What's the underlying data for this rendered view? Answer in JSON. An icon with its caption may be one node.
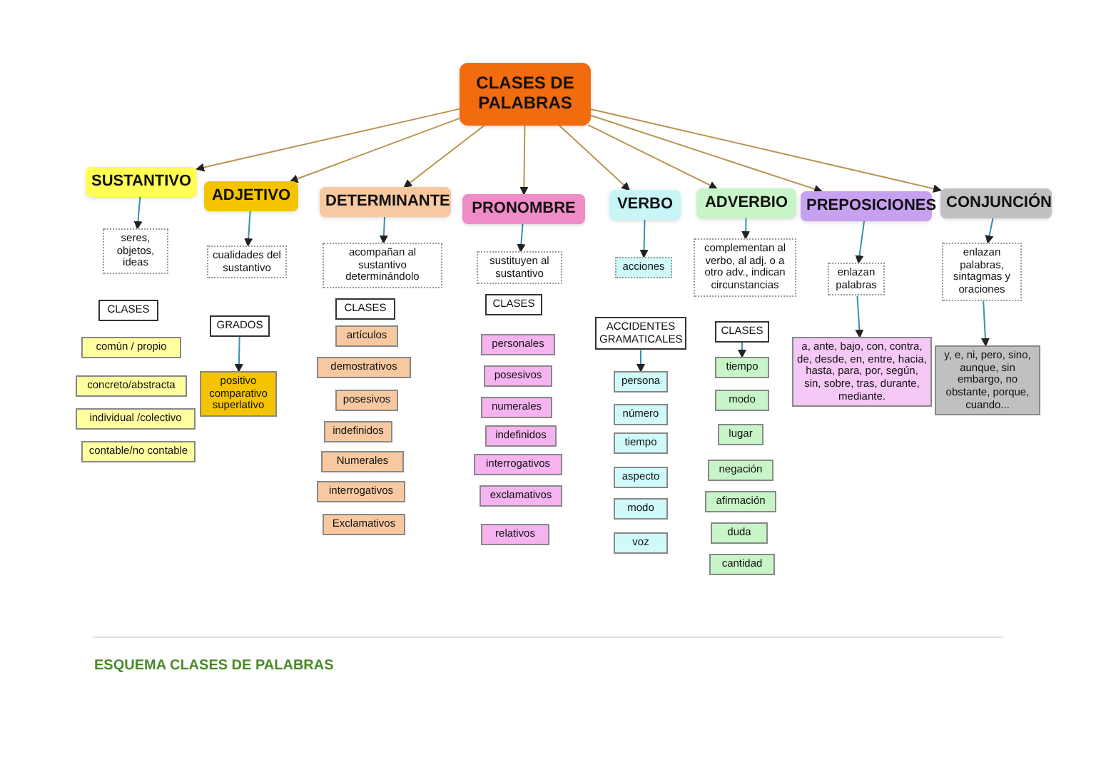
{
  "diagram": {
    "caption": "ESQUEMA CLASES DE PALABRAS",
    "nodes": [
      {
        "text": [
          "CLASES DE PALABRAS"
        ]
      },
      {
        "text": [
          "SUSTANTIVO"
        ]
      },
      {
        "text": [
          "ADJETIVO"
        ]
      },
      {
        "text": [
          "DETERMINANTE"
        ]
      },
      {
        "text": [
          "PRONOMBRE"
        ]
      },
      {
        "text": [
          "VERBO"
        ]
      },
      {
        "text": [
          "ADVERBIO"
        ]
      },
      {
        "text": [
          "PREPOSICIONES"
        ]
      },
      {
        "text": [
          "CONJUNCIÓN"
        ]
      },
      {
        "text": [
          "seres, objetos, ideas"
        ]
      },
      {
        "text": [
          "CLASES"
        ]
      },
      {
        "text": [
          "común / propio"
        ]
      },
      {
        "text": [
          "concreto/abstracta"
        ]
      },
      {
        "text": [
          "individual /colectivo"
        ]
      },
      {
        "text": [
          "contable/no contable"
        ]
      },
      {
        "text": [
          "cualidades del sustantivo"
        ]
      },
      {
        "text": [
          "GRADOS"
        ]
      },
      {
        "text": [
          "positivo comparativo superlativo"
        ]
      },
      {
        "text": [
          "acompañan al sustantivo determinándolo"
        ]
      },
      {
        "text": [
          "CLASES"
        ]
      },
      {
        "text": [
          "artículos"
        ]
      },
      {
        "text": [
          "demostrativos"
        ]
      },
      {
        "text": [
          "posesivos"
        ]
      },
      {
        "text": [
          "indefinidos"
        ]
      },
      {
        "text": [
          "Numerales"
        ]
      },
      {
        "text": [
          "interrogativos"
        ]
      },
      {
        "text": [
          "Exclamativos"
        ]
      },
      {
        "text": [
          "sustituyen al sustantivo"
        ]
      },
      {
        "text": [
          "CLASES"
        ]
      },
      {
        "text": [
          "personales"
        ]
      },
      {
        "text": [
          "posesivos"
        ]
      },
      {
        "text": [
          "numerales"
        ]
      },
      {
        "text": [
          "indefinidos"
        ]
      },
      {
        "text": [
          "interrogativos"
        ]
      },
      {
        "text": [
          "exclamativos"
        ]
      },
      {
        "text": [
          "relativos"
        ]
      },
      {
        "text": [
          "acciones"
        ]
      },
      {
        "text": [
          "ACCIDENTES GRAMATICALES"
        ]
      },
      {
        "text": [
          "persona"
        ]
      },
      {
        "text": [
          "número"
        ]
      },
      {
        "text": [
          "tiempo"
        ]
      },
      {
        "text": [
          "aspecto"
        ]
      },
      {
        "text": [
          "modo"
        ]
      },
      {
        "text": [
          "voz"
        ]
      },
      {
        "text": [
          "complementan al verbo, al adj. o a otro adv., indican circunstancias"
        ]
      },
      {
        "text": [
          "CLASES"
        ]
      },
      {
        "text": [
          "tiempo"
        ]
      },
      {
        "text": [
          "modo"
        ]
      },
      {
        "text": [
          "lugar"
        ]
      },
      {
        "text": [
          "negación"
        ]
      },
      {
        "text": [
          "afirmación"
        ]
      },
      {
        "text": [
          "duda"
        ]
      },
      {
        "text": [
          "cantidad"
        ]
      },
      {
        "text": [
          "enlazan palabras"
        ]
      },
      {
        "text": [
          "a, ante, bajo, con, contra, de, desde, en, entre, hacia, hasta, para, por, según, sin, sobre, tras, durante, mediante."
        ]
      },
      {
        "text": [
          "enlazan palabras, sintagmas y oraciones"
        ]
      },
      {
        "text": [
          "y, e, ni, pero, sino, aunque, sin embargo, no obstante, porque, cuando..."
        ]
      }
    ],
    "edges": [
      {
        "from": 0,
        "to": 1,
        "arrow": "to",
        "color": "#b89550"
      },
      {
        "from": 0,
        "to": 2,
        "arrow": "to",
        "color": "#b89550"
      },
      {
        "from": 0,
        "to": 3,
        "arrow": "to",
        "color": "#b89550"
      },
      {
        "from": 0,
        "to": 4,
        "arrow": "to",
        "color": "#b89550"
      },
      {
        "from": 0,
        "to": 5,
        "arrow": "to",
        "color": "#b89550"
      },
      {
        "from": 0,
        "to": 6,
        "arrow": "to",
        "color": "#b89550"
      },
      {
        "from": 0,
        "to": 7,
        "arrow": "to",
        "color": "#b89550"
      },
      {
        "from": 0,
        "to": 8,
        "arrow": "to",
        "color": "#b89550"
      },
      {
        "from": 1,
        "to": 9,
        "arrow": "to"
      },
      {
        "from": 2,
        "to": 15,
        "arrow": "to"
      },
      {
        "from": 3,
        "to": 18,
        "arrow": "to"
      },
      {
        "from": 4,
        "to": 27,
        "arrow": "to"
      },
      {
        "from": 5,
        "to": 36,
        "arrow": "to"
      },
      {
        "from": 6,
        "to": 44,
        "arrow": "to"
      },
      {
        "from": 7,
        "to": 53,
        "arrow": "to"
      },
      {
        "from": 8,
        "to": 55,
        "arrow": "to"
      },
      {
        "from": 16,
        "to": 17,
        "arrow": "to"
      },
      {
        "from": 37,
        "to": 38,
        "arrow": "to"
      },
      {
        "from": 45,
        "to": 46,
        "arrow": "to"
      },
      {
        "from": 53,
        "to": 54,
        "arrow": "to"
      },
      {
        "from": 55,
        "to": 56,
        "arrow": "to"
      }
    ]
  }
}
